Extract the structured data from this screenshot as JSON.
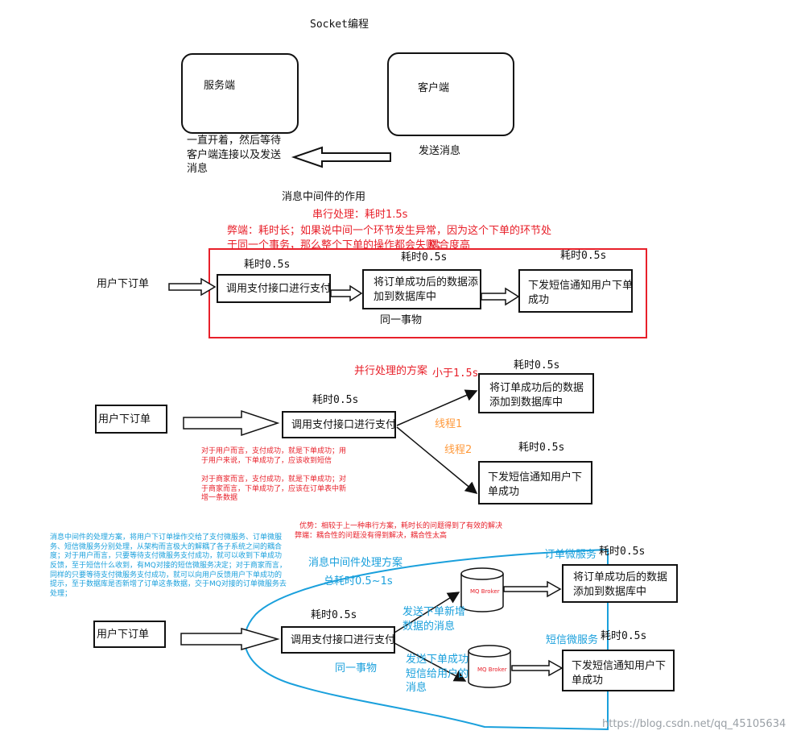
{
  "title": "Socket编程",
  "socket": {
    "server_label": "服务端",
    "client_label": "客户端",
    "server_note": "一直开着，然后等待客户端连接以及发送消息",
    "client_note": "发送消息"
  },
  "section_title": "消息中间件的作用",
  "serial": {
    "header": "串行处理：耗时1.5s",
    "drawback": "弊端：耗时长；如果说中间一个环节发生异常，因为这个下单的环节处于同一个事务，那么整个下单的操作都会失败；",
    "coupling": "耦合度高",
    "user_order": "用户下订单",
    "pay": "调用支付接口进行支付",
    "db": "将订单成功后的数据添加到数据库中",
    "sms": "下发短信通知用户下单成功",
    "time": "耗时0.5s",
    "same_tx": "同一事物"
  },
  "parallel": {
    "title": "并行处理的方案",
    "less_than": "小于1.5s",
    "user_order": "用户下订单",
    "pay": "调用支付接口进行支付",
    "db": "将订单成功后的数据添加到数据库中",
    "sms": "下发短信通知用户下单成功",
    "time": "耗时0.5s",
    "thread1": "线程1",
    "thread2": "线程2",
    "note_user": "对于用户而言，支付成功，就是下单成功；用于用户来说，下单成功了，应该收到短信",
    "note_merchant": "对于商家而言，支付成功，就是下单成功；对于商家而言，下单成功了，应该在订单表中新增一条数据"
  },
  "mq": {
    "pros": "优势：相较于上一种串行方案，耗时长的问题得到了有效的解决",
    "cons": "弊端：耦合性的问题没有得到解决，耦合性太高",
    "left_note": "消息中间件的处理方案，将用户下订单操作交给了支付微服务、订单微服务、短信微服务分别处理，从架构而言极大的解耦了各子系统之间的耦合度；对于用户而言，只要等待支付微服务支付成功，就可以收到下单成功反馈，至于短信什么收到，有MQ对接的短信微服务决定；对于商家而言，同样的只要等待支付微服务支付成功，就可以向用户反馈用户下单成功的提示，至于数据库是否新增了订单这条数据，交于MQ对接的订单微服务去处理；",
    "title": "消息中间件处理方案",
    "total": "总耗时0.5~1s",
    "user_order": "用户下订单",
    "pay": "调用支付接口进行支付",
    "db": "将订单成功后的数据添加到数据库中",
    "sms": "下发短信通知用户下单成功",
    "time": "耗时0.5s",
    "order_service": "订单微服务",
    "sms_service": "短信微服务",
    "msg_new_order": "发送下单新增数据的消息",
    "msg_sms": "发送下单成功短信给用户的消息",
    "same_tx": "同一事物",
    "broker": "MQ Broker"
  },
  "watermark": "https://blog.csdn.net/qq_45105634"
}
